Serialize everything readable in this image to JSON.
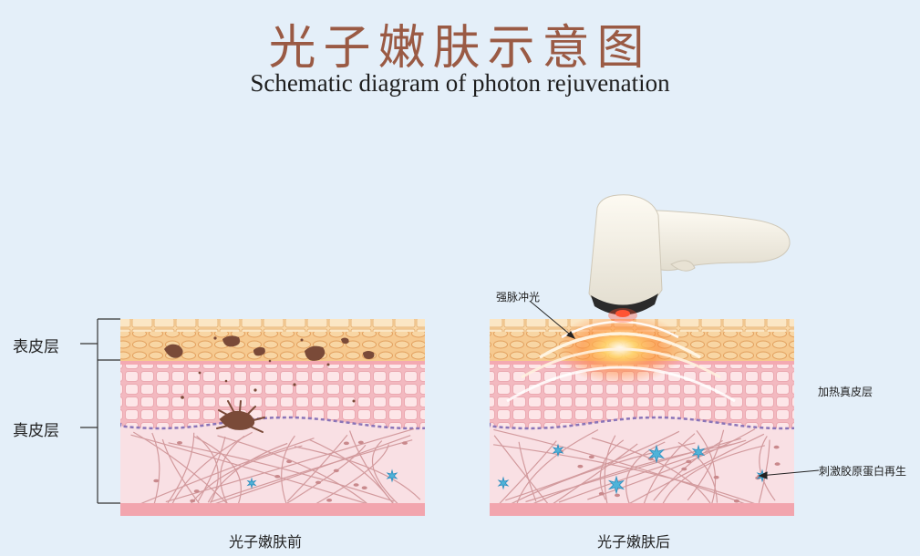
{
  "header": {
    "title_cn": "光子嫩肤示意图",
    "title_en": "Schematic diagram of photon rejuvenation"
  },
  "left_panel": {
    "layer_labels": {
      "epidermis": "表皮层",
      "dermis": "真皮层"
    },
    "caption": "光子嫩肤前"
  },
  "right_panel": {
    "annotations": {
      "ipl": "强脉冲光",
      "heating": "加热真皮层",
      "collagen": "刺激胶原蛋白再生"
    },
    "caption": "光子嫩肤后"
  },
  "colors": {
    "background": "#e4eff9",
    "title": "#9a5a44",
    "epidermis": "#f6c98f",
    "dermis_cells": "#f6cfd3",
    "dermis_fiber": "#f8dde2",
    "fiber_line": "#c9898c",
    "pigment": "#7a4a38",
    "collagen_star": "#4fb3d8",
    "light_glow": "#ff7a3a"
  }
}
